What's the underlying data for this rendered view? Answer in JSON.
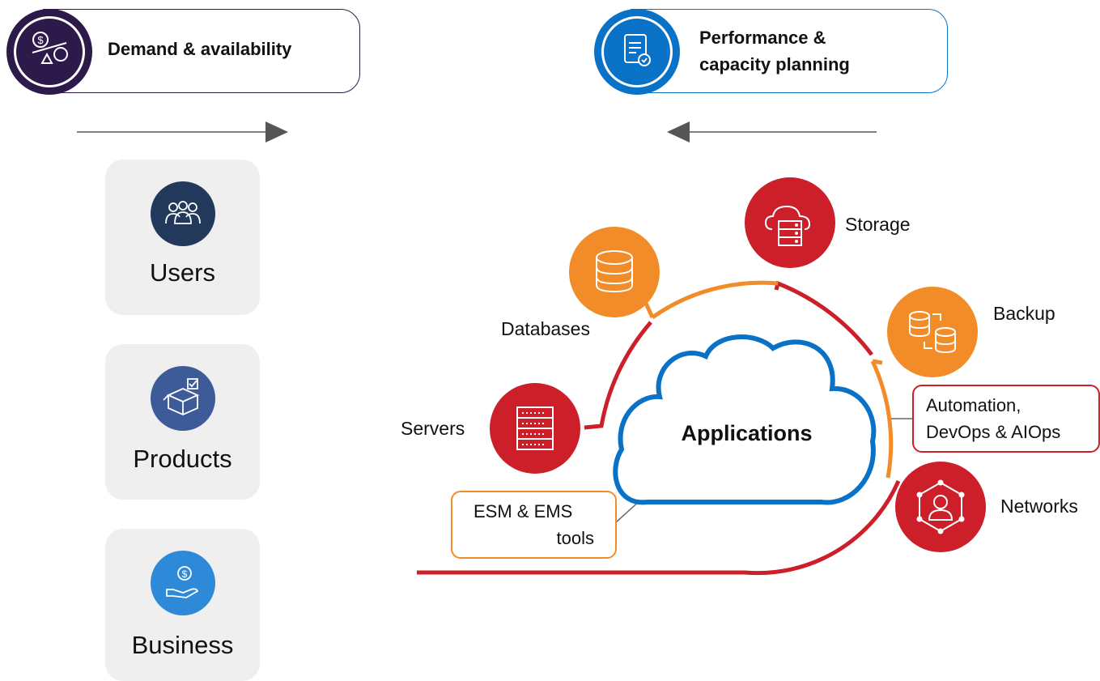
{
  "header": {
    "left": {
      "label": "Demand & availability",
      "icon": "balance-scale-icon"
    },
    "right": {
      "label_line1": "Performance &",
      "label_line2": "capacity planning",
      "icon": "document-check-icon"
    }
  },
  "drivers": [
    {
      "label": "Users",
      "icon": "users-group-icon",
      "color": "#23395b"
    },
    {
      "label": "Products",
      "icon": "open-box-icon",
      "color": "#3d5a99"
    },
    {
      "label": "Business",
      "icon": "hand-coin-icon",
      "color": "#2e8ad8"
    }
  ],
  "center": {
    "label": "Applications"
  },
  "nodes": {
    "storage": "Storage",
    "databases": "Databases",
    "backup": "Backup",
    "servers": "Servers",
    "networks": "Networks"
  },
  "boxes": {
    "automation_line1": "Automation,",
    "automation_line2": "DevOps & AIOps",
    "esm_line1": "ESM & EMS",
    "esm_line2": "tools"
  },
  "colors": {
    "purple": "#2e1a4a",
    "blue": "#0a72c6",
    "red": "#cc1f2a",
    "orange": "#f28c28",
    "gray_arrow": "#555555"
  }
}
